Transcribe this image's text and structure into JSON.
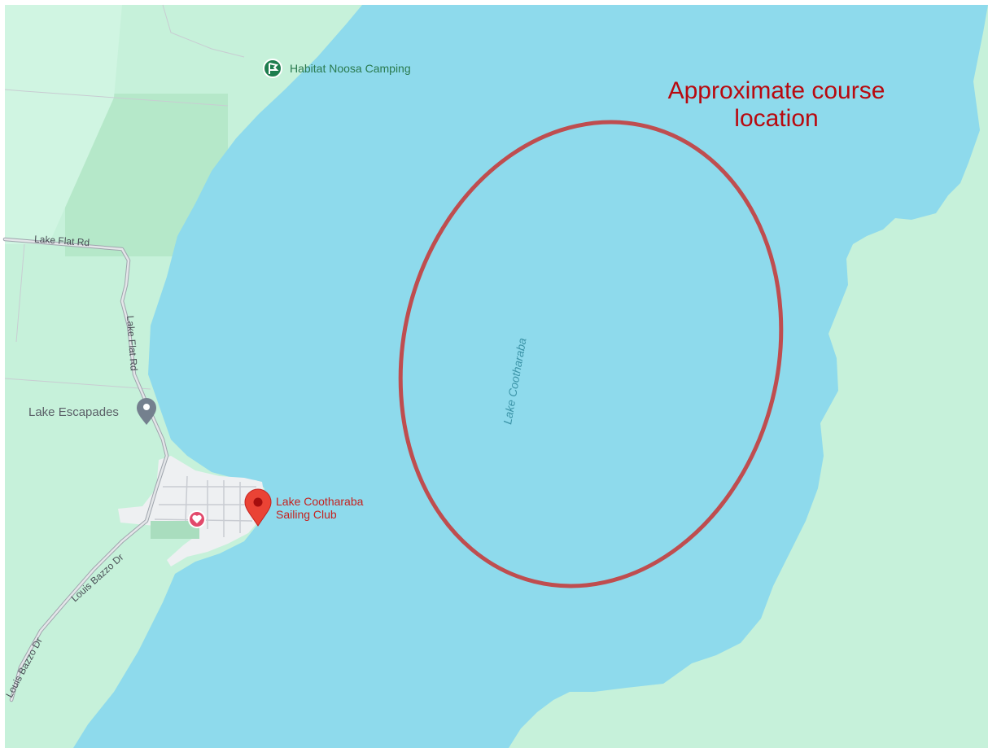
{
  "map": {
    "water_name": "Lake Cootharaba",
    "places": {
      "camping": "Habitat Noosa Camping",
      "escapades": "Lake Escapades",
      "club_line1": "Lake Cootharaba",
      "club_line2": "Sailing Club"
    },
    "roads": {
      "flat_rd_h": "Lake Flat Rd",
      "flat_rd_v": "Lake Flat Rd",
      "bazzo_1": "Louis Bazzo Dr",
      "bazzo_2": "Louis Bazzo Dr"
    },
    "annotation": {
      "line1": "Approximate course",
      "line2": "location"
    },
    "icons": {
      "camping": "camping-flag-icon",
      "escapades": "grey-location-pin-icon",
      "club": "red-location-pin-icon",
      "favorite": "heart-icon"
    }
  },
  "colors": {
    "water": "#8edaec",
    "land_light": "#c4f0d8",
    "land_forest": "#b2e6c6",
    "road": "#b7bcc3",
    "annotation": "#b8090f",
    "ellipse": "#bf4d4f",
    "water_label": "#3c94a8"
  }
}
